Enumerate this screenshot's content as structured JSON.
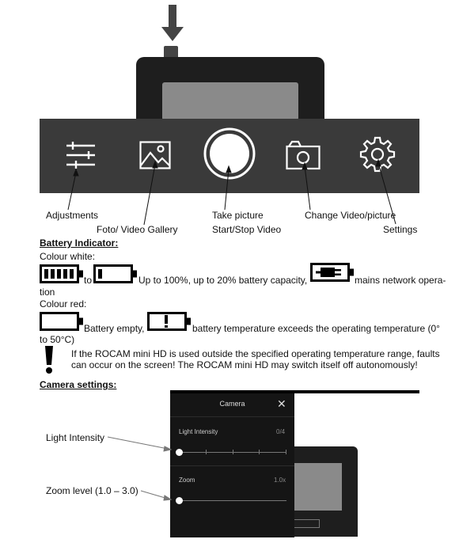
{
  "toolbar_labels": {
    "adjustments": "Adjustments",
    "gallery": "Foto/ Video Gallery",
    "take_picture": "Take picture",
    "start_stop": "Start/Stop Video",
    "change_mode": "Change Video/picture",
    "settings": "Settings"
  },
  "battery": {
    "heading": "Battery Indicator:",
    "colour_white": "Colour white:",
    "to": "to",
    "white_desc": "Up to 100%, up to 20% battery capacity,",
    "mains_line1": "mains network opera-",
    "mains_line2": "tion",
    "colour_red": "Colour red:",
    "empty": "Battery empty,",
    "temp_line1": "battery temperature exceeds the operating temperature (0°",
    "temp_line2": "to 50°C)",
    "warning_line1": "If the ROCAM mini HD is used outside the specified operating temperature range, faults",
    "warning_line2": "can occur on the screen! The ROCAM mini HD may switch itself off autonomously!"
  },
  "camera_settings": {
    "heading": "Camera settings:",
    "light_intensity_annotation": "Light Intensity",
    "zoom_annotation": "Zoom level (1.0 – 3.0)",
    "panel": {
      "title": "Camera",
      "light_label": "Light Intensity",
      "light_value": "0/4",
      "light_level": 0,
      "zoom_label": "Zoom",
      "zoom_value": "1.0x",
      "zoom_level": 1.0
    }
  },
  "colors": {
    "toolbar_bg": "#3a3a3a",
    "panel_bg": "#151515",
    "device_body": "#1e1e1e"
  },
  "icons": [
    "down-arrow-icon",
    "sliders-icon",
    "image-icon",
    "shutter-icon",
    "camera-icon",
    "gear-icon",
    "close-icon",
    "battery-full-icon",
    "battery-low-icon",
    "battery-plug-icon",
    "battery-empty-icon",
    "battery-warning-icon",
    "exclamation-icon"
  ]
}
